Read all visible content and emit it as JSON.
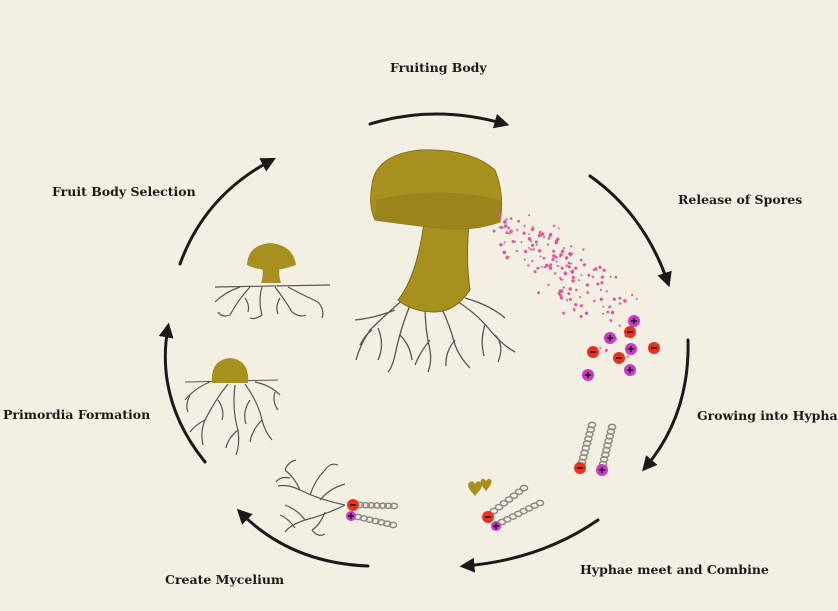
{
  "diagram": {
    "stages": [
      {
        "id": "fruiting-body",
        "label": "Fruiting Body"
      },
      {
        "id": "release-of-spores",
        "label": "Release of Spores"
      },
      {
        "id": "growing-into-hyphae",
        "label": "Growing into Hyphae"
      },
      {
        "id": "hyphae-meet-and-combine",
        "label": "Hyphae meet and Combine"
      },
      {
        "id": "create-mycelium",
        "label": "Create Mycelium"
      },
      {
        "id": "primordia-formation",
        "label": "Primordia Formation"
      },
      {
        "id": "fruit-body-selection",
        "label": "Fruit Body Selection"
      }
    ],
    "colors": {
      "background": "#f3efe2",
      "mushroom": "#a8901f",
      "mushroom_dark": "#8a7415",
      "roots": "#555555",
      "spores": "#e0559a",
      "negative_spore": "#e8331c",
      "positive_spore": "#c839c4",
      "arrow": "#1a1a1a",
      "chain": "#8c8c86"
    }
  }
}
